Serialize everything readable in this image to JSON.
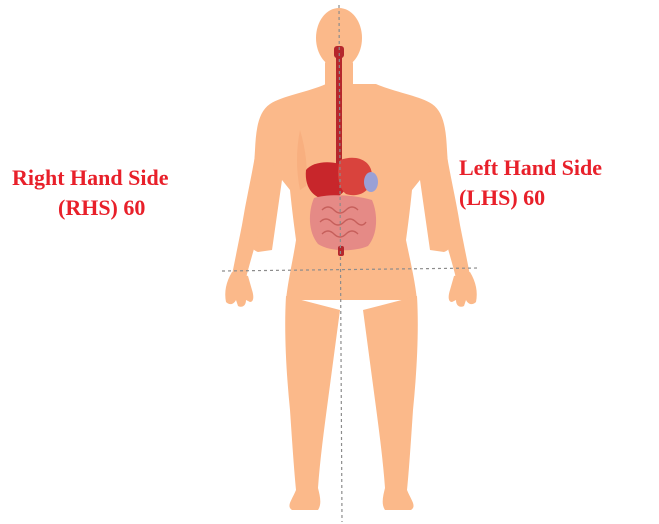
{
  "labels": {
    "right": {
      "line1": "Right Hand Side",
      "line2": "(RHS)  60"
    },
    "left": {
      "line1": "Left Hand Side",
      "line2": "(LHS) 60"
    }
  },
  "colors": {
    "label_text": "#e8202a",
    "skin": "#fbb98a",
    "skin_shade": "#f6a673",
    "esophagus": "#b5272c",
    "liver": "#c8262b",
    "stomach": "#d9433d",
    "intestine": "#e58a86",
    "spleen": "#9aa0d6",
    "guide_line": "#8c8c8c"
  },
  "icons": {
    "figure": "human-body-digestive-system"
  }
}
